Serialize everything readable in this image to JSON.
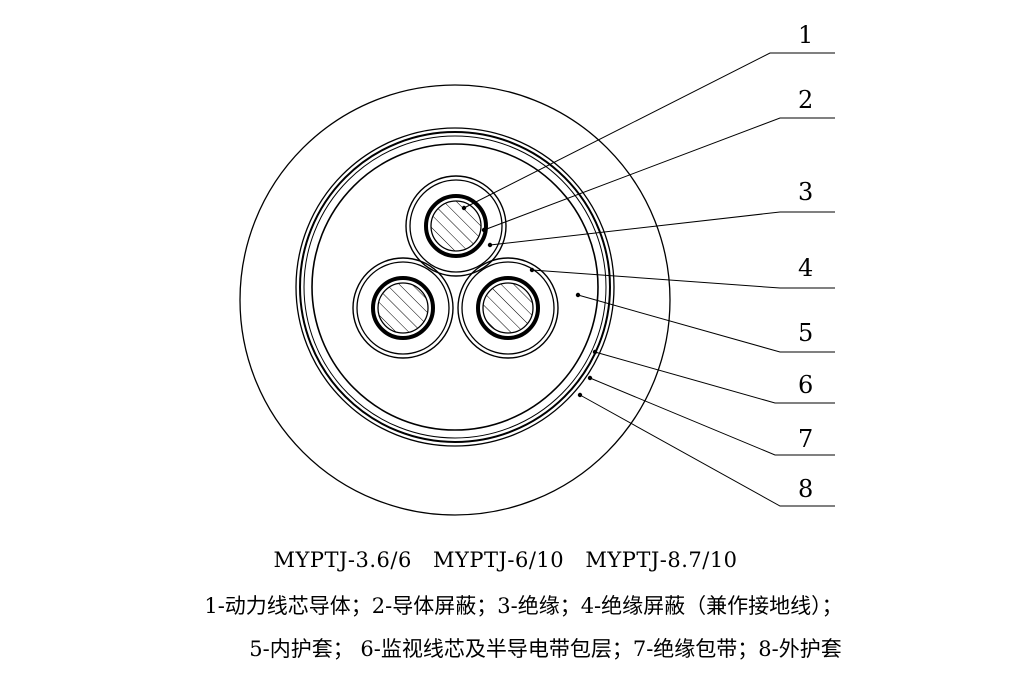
{
  "callouts": [
    {
      "id": 1,
      "label": "1"
    },
    {
      "id": 2,
      "label": "2"
    },
    {
      "id": 3,
      "label": "3"
    },
    {
      "id": 4,
      "label": "4"
    },
    {
      "id": 5,
      "label": "5"
    },
    {
      "id": 6,
      "label": "6"
    },
    {
      "id": 7,
      "label": "7"
    },
    {
      "id": 8,
      "label": "8"
    }
  ],
  "caption": {
    "models": "MYPTJ-3.6/6    MYPTJ-6/10    MYPTJ-8.7/10",
    "legend_line_1": "1-动力线芯导体；2-导体屏蔽；3-绝缘；4-绝缘屏蔽（兼作接地线）；",
    "legend_line_2": "5-内护套；  6-监视线芯及半导电带包层；7-绝缘包带；8-外护套"
  },
  "colors": {
    "stroke": "#000000",
    "background": "#ffffff"
  }
}
